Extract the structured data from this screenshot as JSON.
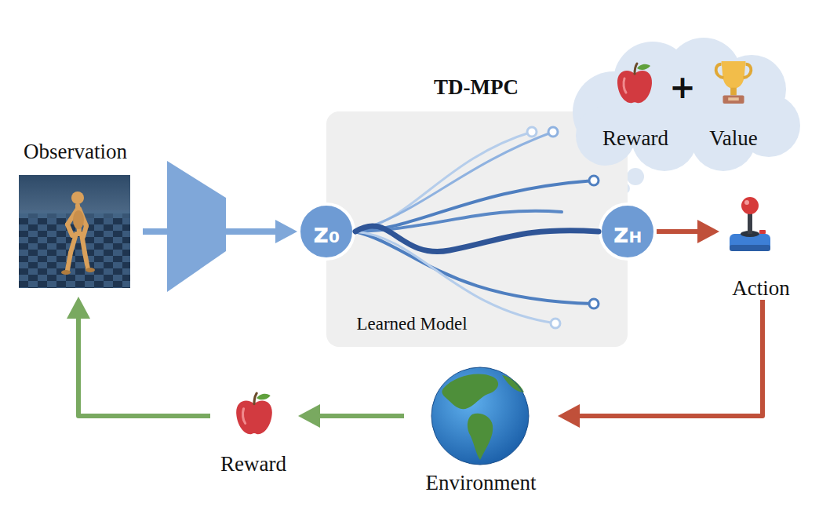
{
  "diagram": {
    "nodes": [
      {
        "text": [
          "Observation"
        ]
      },
      {
        "text": [
          "TD-MPC",
          "Learned Model"
        ]
      },
      {
        "text": [
          "z0"
        ],
        "in": 1
      },
      {
        "text": [
          "zH"
        ],
        "in": 1
      },
      {
        "text": [
          "Reward",
          "+",
          "Value"
        ]
      },
      {
        "text": [
          "Action"
        ]
      },
      {
        "text": [
          "Environment"
        ]
      },
      {
        "text": [
          "Reward"
        ]
      }
    ],
    "edges": [
      {
        "from": 0,
        "to": 2,
        "arrow": "to"
      },
      {
        "from": 2,
        "to": 3,
        "arrow": "none"
      },
      {
        "from": 3,
        "to": 5,
        "arrow": "to"
      },
      {
        "from": 5,
        "to": 6,
        "arrow": "to"
      },
      {
        "from": 6,
        "to": 7,
        "arrow": "to"
      },
      {
        "from": 7,
        "to": 0,
        "arrow": "to"
      }
    ]
  }
}
